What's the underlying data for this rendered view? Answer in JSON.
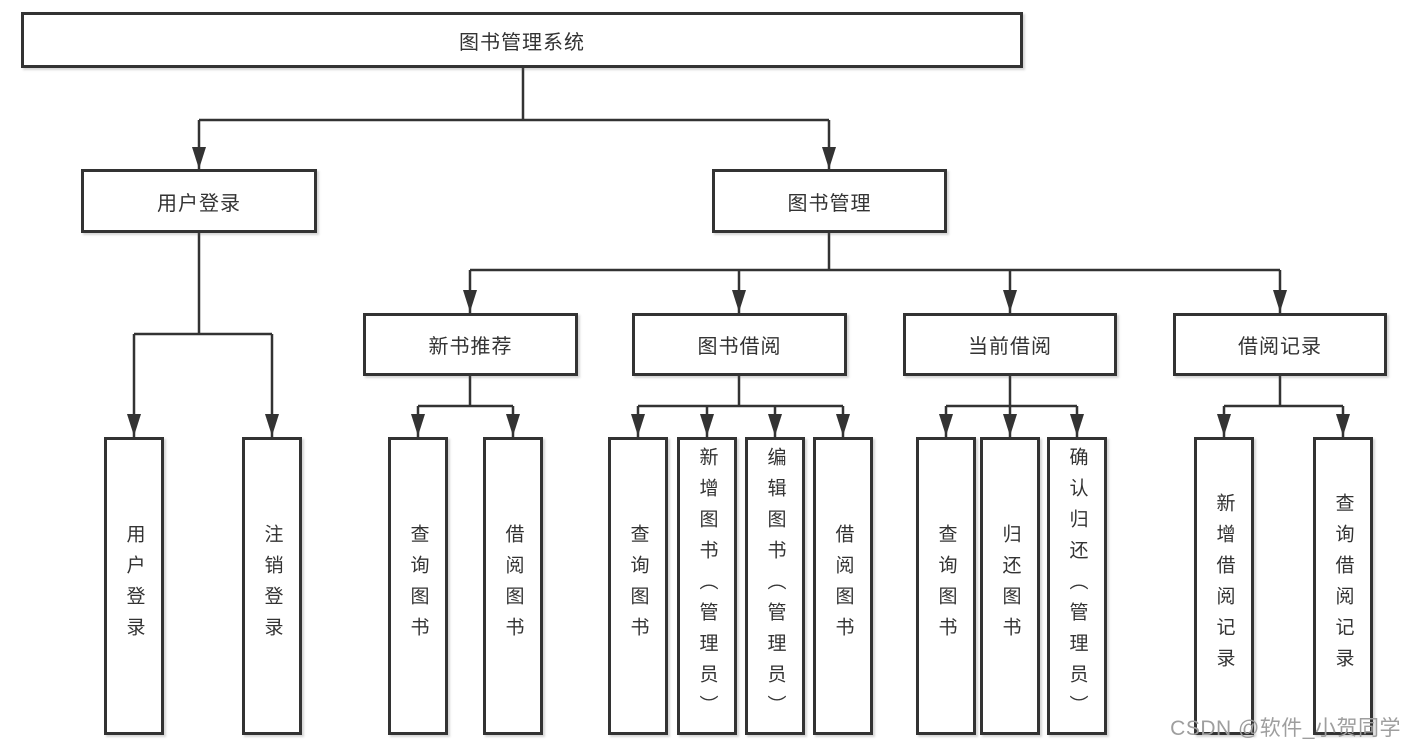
{
  "diagram": {
    "type": "tree",
    "title": "图书管理系统"
  },
  "nodes": {
    "root": {
      "label": "图书管理系统"
    },
    "user_login": {
      "label": "用户登录"
    },
    "book_management": {
      "label": "图书管理"
    },
    "new_book_recommend": {
      "label": "新书推荐"
    },
    "book_borrowing": {
      "label": "图书借阅"
    },
    "current_borrowing": {
      "label": "当前借阅"
    },
    "borrowing_records": {
      "label": "借阅记录"
    },
    "leaf_user_login": {
      "label": "用户登录"
    },
    "leaf_logout": {
      "label": "注销登录"
    },
    "leaf_recommend_query_books": {
      "label": "查询图书"
    },
    "leaf_recommend_borrow_books": {
      "label": "借阅图书"
    },
    "leaf_borrowing_query_books": {
      "label": "查询图书"
    },
    "leaf_add_books_admin": {
      "label": "新增图书（管理员）"
    },
    "leaf_edit_books_admin": {
      "label": "编辑图书（管理员）"
    },
    "leaf_borrowing_borrow_books": {
      "label": "借阅图书"
    },
    "leaf_current_query_books": {
      "label": "查询图书"
    },
    "leaf_return_books": {
      "label": "归还图书"
    },
    "leaf_confirm_return_admin": {
      "label": "确认归还（管理员）"
    },
    "leaf_add_borrow_record": {
      "label": "新增借阅记录"
    },
    "leaf_query_borrow_record": {
      "label": "查询借阅记录"
    }
  },
  "watermark": {
    "text": "CSDN @软件_小贺同学",
    "color": "#9e9e9e"
  },
  "colors": {
    "line": "#333333",
    "box_border": "#333333",
    "box_background": "#ffffff",
    "text": "#333333"
  }
}
